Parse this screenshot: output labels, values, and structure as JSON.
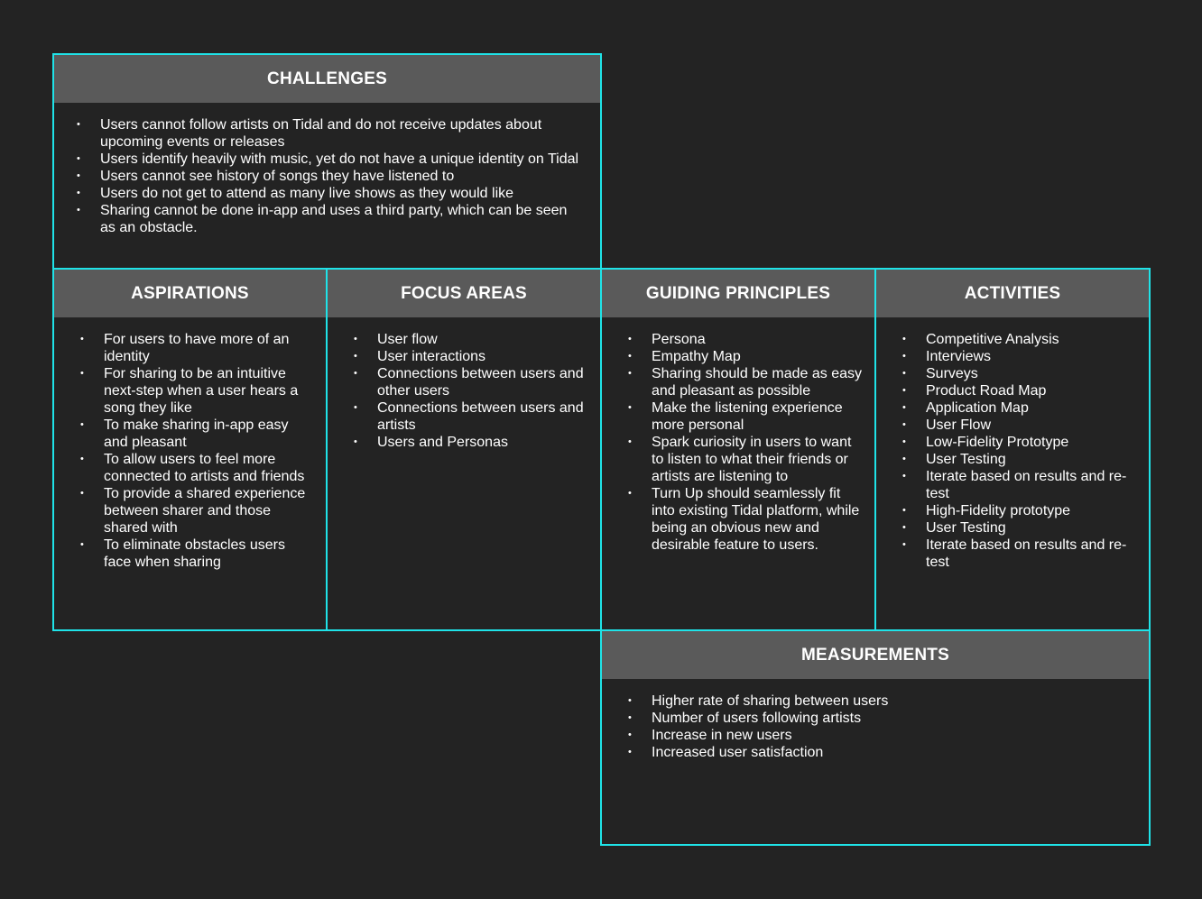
{
  "challenges": {
    "title": "CHALLENGES",
    "items": [
      "Users cannot follow artists on Tidal and do not receive updates about upcoming events or releases",
      "Users identify heavily with music, yet do not have a unique identity on Tidal",
      "Users cannot see history of songs they have listened to",
      "Users do not get to attend as many live shows as they would like",
      "Sharing cannot be done in-app and uses a third party, which can be seen as an obstacle."
    ]
  },
  "aspirations": {
    "title": "ASPIRATIONS",
    "items": [
      "For users to have more of an identity",
      "For sharing to be an intuitive next-step when a user hears a song they like",
      "To make sharing in-app easy and pleasant",
      "To allow users to feel more connected to artists and friends",
      "To provide a shared experience between sharer and those shared with",
      "To eliminate obstacles users face when sharing"
    ]
  },
  "focus_areas": {
    "title": "FOCUS AREAS",
    "items": [
      "User flow",
      "User interactions",
      "Connections between users and other users",
      "Connections between users and artists",
      "Users and Personas"
    ]
  },
  "guiding_principles": {
    "title": "GUIDING PRINCIPLES",
    "items": [
      "Persona",
      "Empathy Map",
      "Sharing should be made as easy and pleasant as possible",
      "Make the listening experience more personal",
      "Spark curiosity in users to want to listen to what their friends or artists are listening to",
      "Turn Up should seamlessly fit into existing Tidal platform, while being an obvious new and desirable feature to users."
    ]
  },
  "activities": {
    "title": "ACTIVITIES",
    "items": [
      "Competitive Analysis",
      "Interviews",
      "Surveys",
      "Product Road Map",
      "Application Map",
      "User Flow",
      "Low-Fidelity Prototype",
      "User Testing",
      "Iterate based on results and re-test",
      "High-Fidelity prototype",
      "User Testing",
      "Iterate based on results and re-test"
    ]
  },
  "measurements": {
    "title": "MEASUREMENTS",
    "items": [
      "Higher rate of sharing between users",
      "Number of users following artists",
      "Increase in new users",
      "Increased user satisfaction"
    ]
  },
  "colors": {
    "background": "#232323",
    "border": "#1fe3e8",
    "header": "#5a5a5a",
    "text": "#ffffff"
  }
}
